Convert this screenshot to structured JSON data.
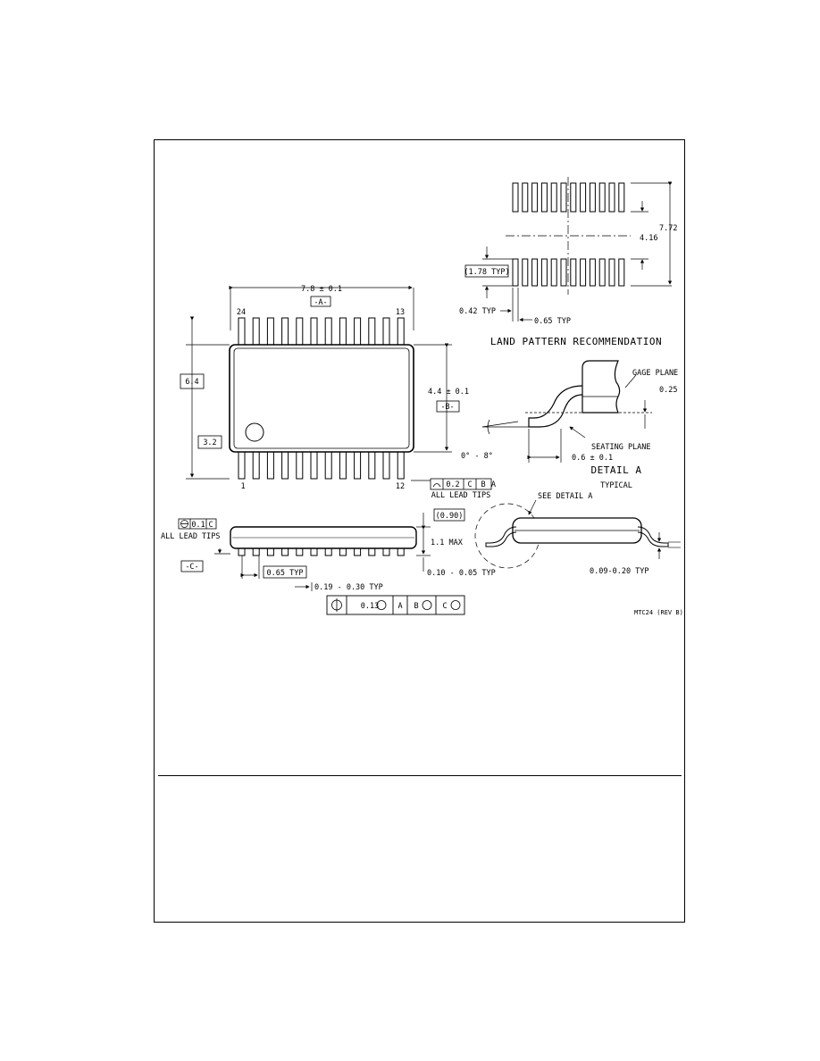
{
  "labels": {
    "body_length": "7.8 ± 0.1",
    "datum_a": "-A-",
    "pin_24": "24",
    "pin_13": "13",
    "pin_1": "1",
    "pin_12": "12",
    "dim_6_4": "6.4",
    "dim_3_2": "3.2",
    "body_width": "4.4 ± 0.1",
    "datum_b": "-B-",
    "coplanarity_value": "0.2",
    "coplanarity_ref1": "C",
    "coplanarity_ref2": "B",
    "coplanarity_ref3": "A",
    "all_leads_tips_right": "ALL LEAD TIPS",
    "flatness_value": "0.1",
    "flatness_ref": "C",
    "all_leads_tips_left": "ALL LEAD TIPS",
    "datum_c": "-C-",
    "pitch": "0.65 TYP",
    "lead_width": "0.19 - 0.30 TYP",
    "standoff_ref": "(0.90)",
    "height_max": "1.1 MAX",
    "standoff": "0.10 - 0.05 TYP",
    "tp_value": "0.13",
    "tp_ref1": "A",
    "tp_ref2": "B",
    "tp_ref3": "C",
    "land_pad_length": "(1.78 TYP)",
    "land_pad_width": "0.42 TYP",
    "land_pitch": "0.65 TYP",
    "land_inner": "4.16",
    "land_outer": "7.72",
    "land_pattern_title": "LAND PATTERN RECOMMENDATION",
    "gage_plane": "GAGE PLANE",
    "gage_value": "0.25",
    "seating_plane": "SEATING PLANE",
    "foot_angle": "0° - 8°",
    "foot_length": "0.6 ± 0.1",
    "detail_title": "DETAIL A",
    "detail_sub": "TYPICAL",
    "see_detail": "SEE DETAIL A",
    "lead_thickness": "0.09-0.20 TYP",
    "drawing_number": "MTC24 (REV B)"
  }
}
